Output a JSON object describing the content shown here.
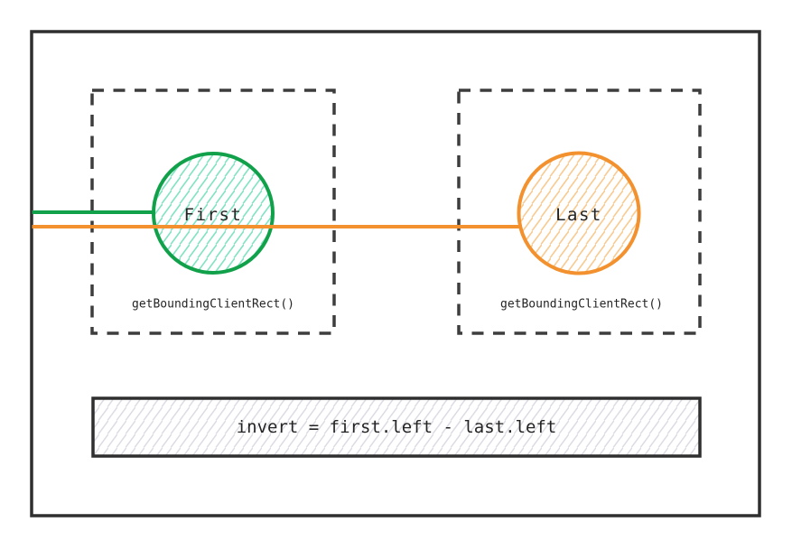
{
  "diagram": {
    "first": {
      "label": "First",
      "caption": "getBoundingClientRect()"
    },
    "last": {
      "label": "Last",
      "caption": "getBoundingClientRect()"
    },
    "formula": "invert = first.left - last.left"
  },
  "colors": {
    "background": "#ffffff",
    "frame": "#2f2f2f",
    "dashed-border": "#3d3d3d",
    "text": "#242424",
    "green": "#12a14b",
    "green-hatch": "#82e3c3",
    "orange": "#f2912d",
    "orange-hatch": "#f8cb92",
    "gray-hatch": "#dcdce4"
  }
}
